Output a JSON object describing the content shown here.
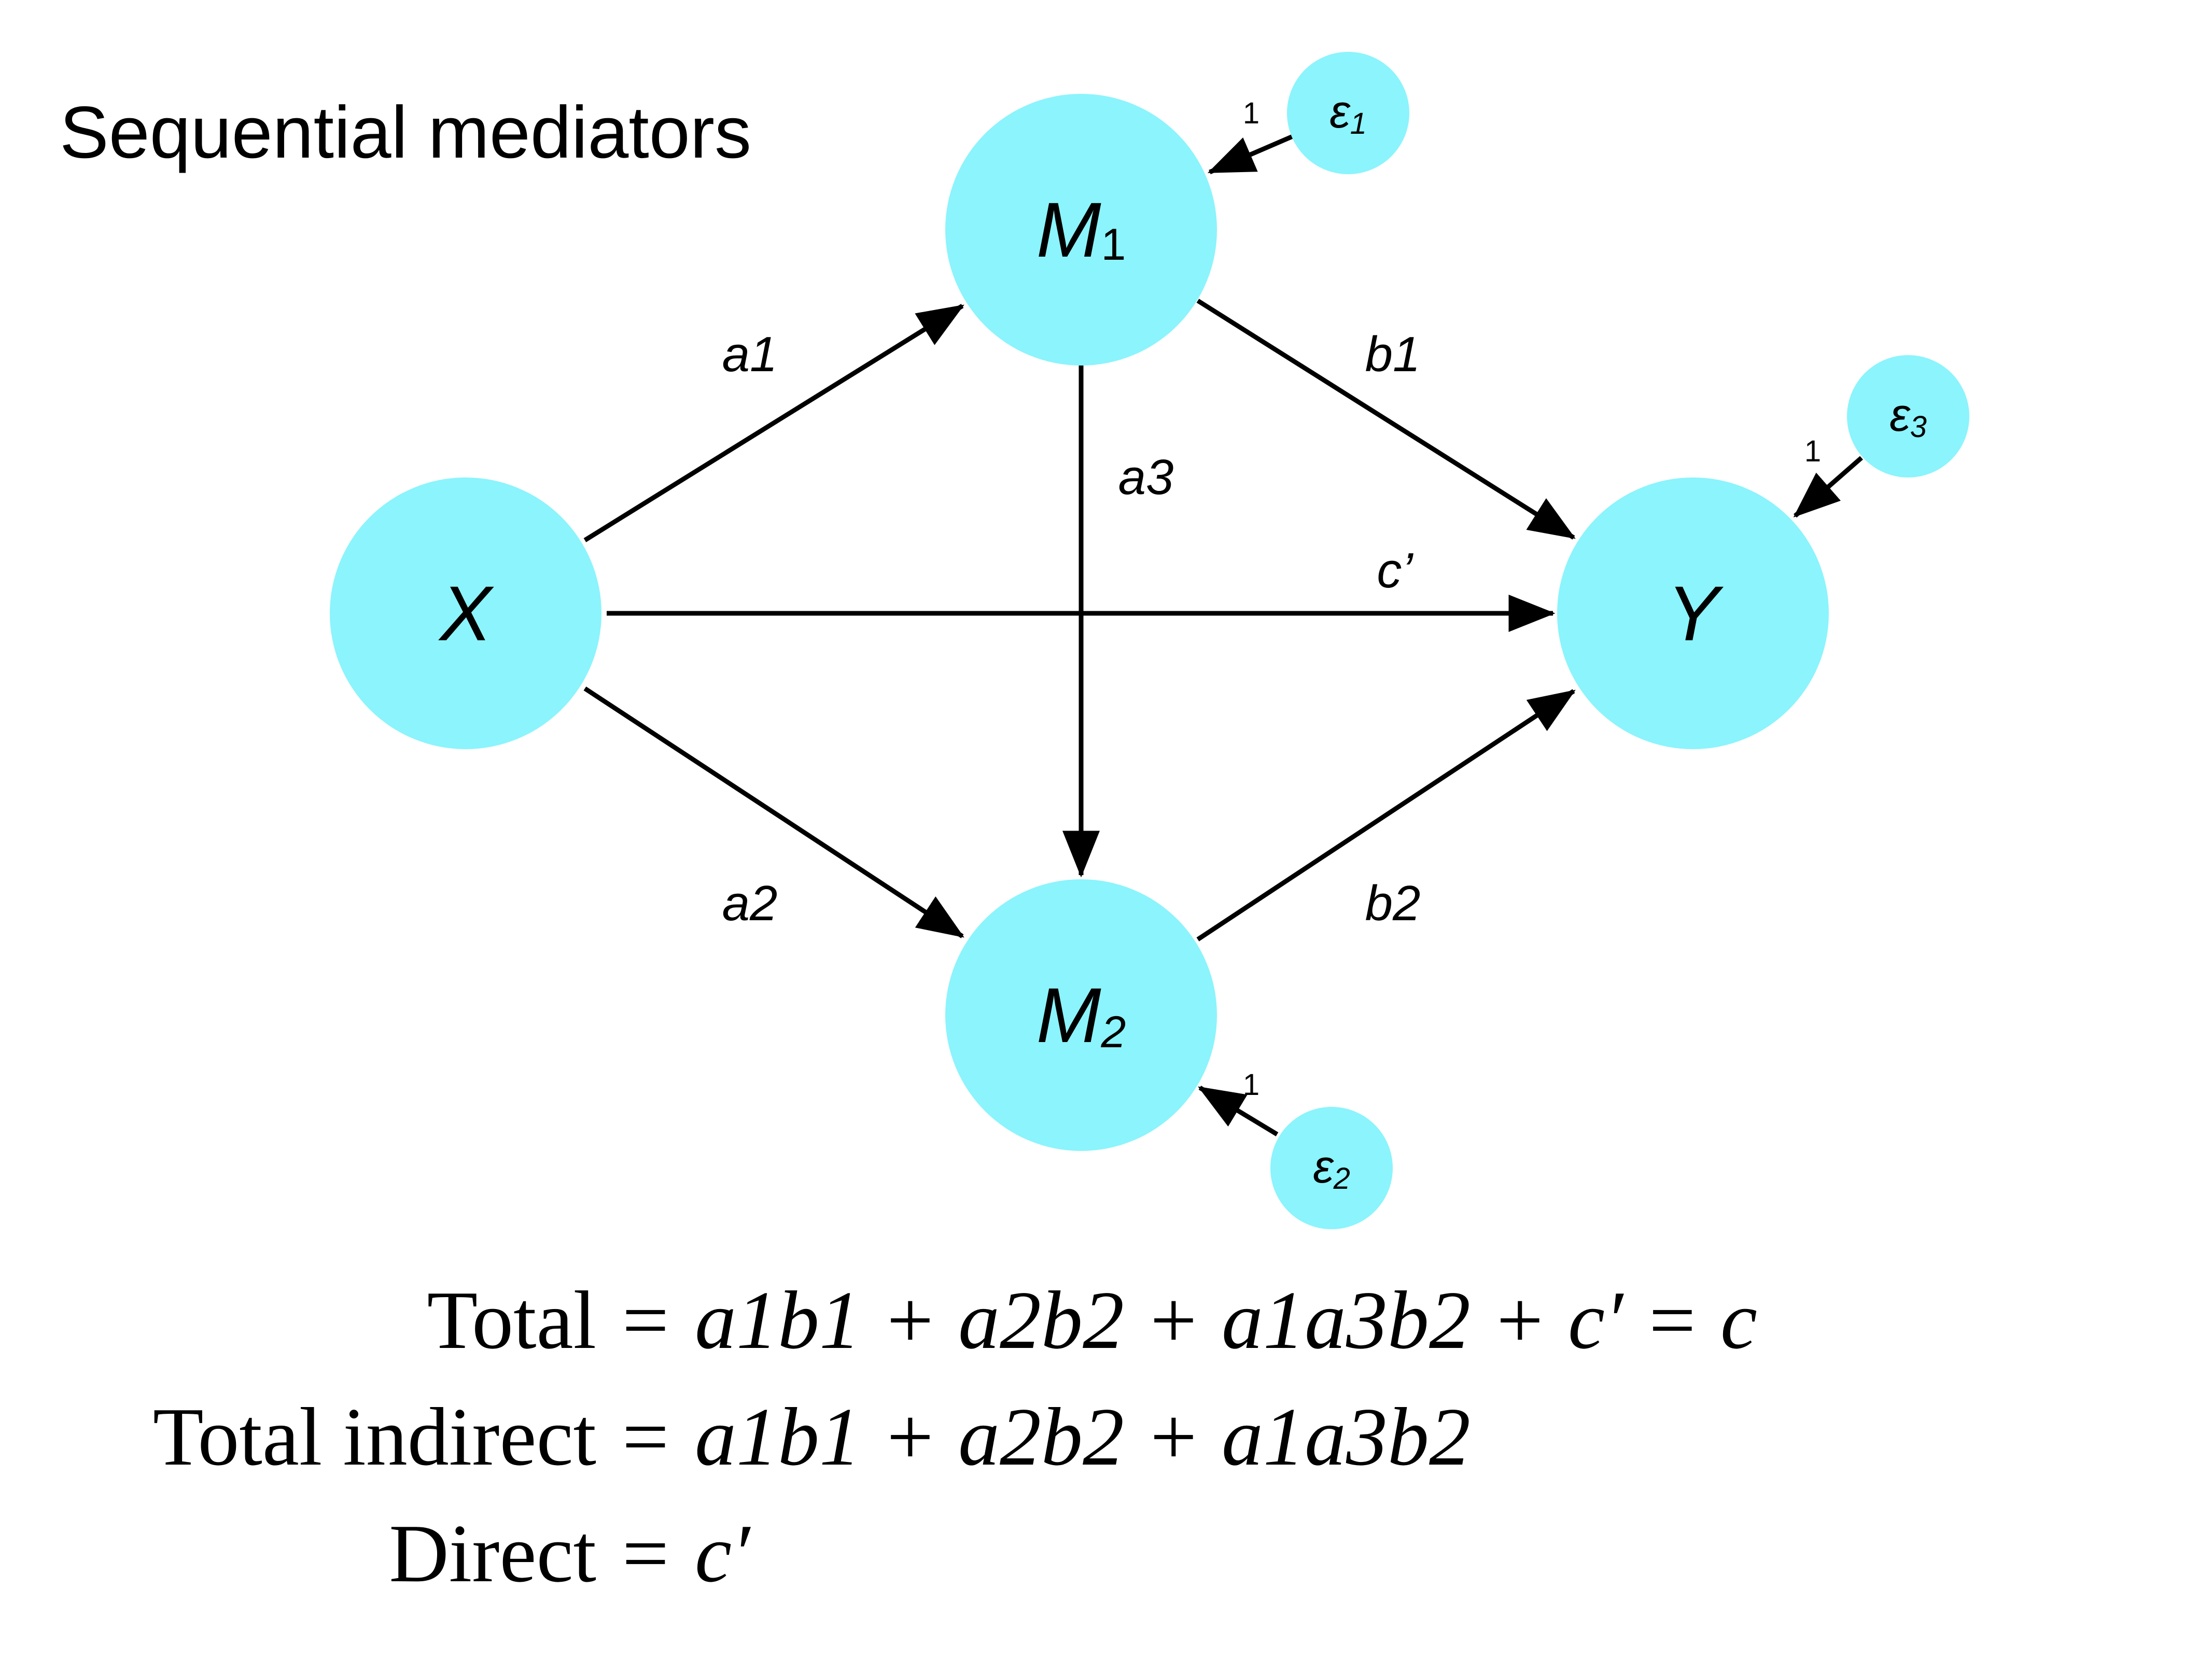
{
  "title": "Sequential mediators",
  "nodes": {
    "x": {
      "label": "X"
    },
    "m1": {
      "label": "M",
      "sub": "1"
    },
    "m2": {
      "label": "M",
      "sub": "2"
    },
    "y": {
      "label": "Y"
    }
  },
  "errors": {
    "e1": {
      "label": "ε",
      "sub": "1",
      "loading": "1"
    },
    "e2": {
      "label": "ε",
      "sub": "2",
      "loading": "1"
    },
    "e3": {
      "label": "ε",
      "sub": "3",
      "loading": "1"
    }
  },
  "paths": {
    "a1": "a1",
    "a2": "a2",
    "a3": "a3",
    "b1": "b1",
    "b2": "b2",
    "c_prime": "c’"
  },
  "equations": [
    {
      "lhs": "Total",
      "op": "=",
      "rhs": "a1b1 + a2b2 + a1a3b2 + c′ = c"
    },
    {
      "lhs": "Total indirect",
      "op": "=",
      "rhs": "a1b1 + a2b2 + a1a3b2"
    },
    {
      "lhs": "Direct",
      "op": "=",
      "rhs": "c′"
    }
  ],
  "colors": {
    "node_fill": "#8bf4fc",
    "edge": "#000000",
    "text": "#000000"
  }
}
